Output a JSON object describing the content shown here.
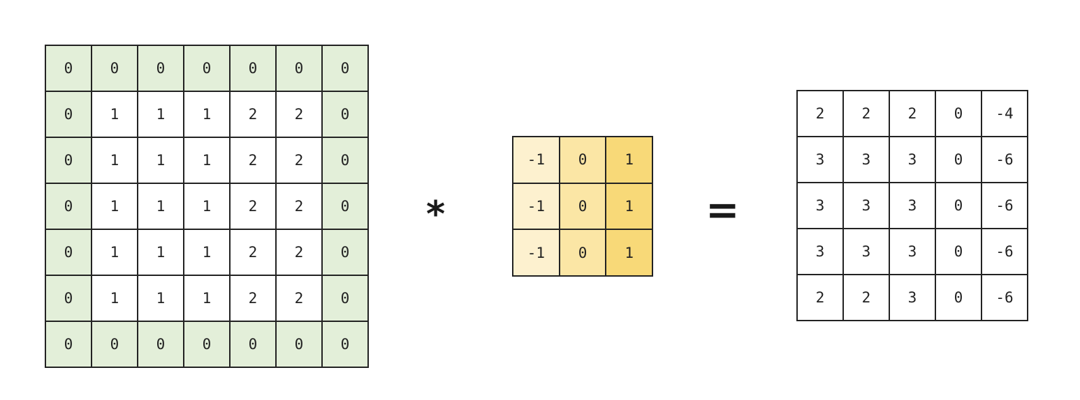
{
  "input_matrix": {
    "rows": [
      [
        "0",
        "0",
        "0",
        "0",
        "0",
        "0",
        "0"
      ],
      [
        "0",
        "1",
        "1",
        "1",
        "2",
        "2",
        "0"
      ],
      [
        "0",
        "1",
        "1",
        "1",
        "2",
        "2",
        "0"
      ],
      [
        "0",
        "1",
        "1",
        "1",
        "2",
        "2",
        "0"
      ],
      [
        "0",
        "1",
        "1",
        "1",
        "2",
        "2",
        "0"
      ],
      [
        "0",
        "1",
        "1",
        "1",
        "2",
        "2",
        "0"
      ],
      [
        "0",
        "0",
        "0",
        "0",
        "0",
        "0",
        "0"
      ]
    ],
    "padding_color": "#e3efd9"
  },
  "convolution_symbol": "*",
  "kernel": {
    "rows": [
      [
        "-1",
        "0",
        "1"
      ],
      [
        "-1",
        "0",
        "1"
      ],
      [
        "-1",
        "0",
        "1"
      ]
    ],
    "column_colors": [
      "#fdf1cf",
      "#fbe6a5",
      "#f8d978"
    ]
  },
  "equals_symbol": "=",
  "output_matrix": {
    "rows": [
      [
        "2",
        "2",
        "2",
        "0",
        "-4"
      ],
      [
        "3",
        "3",
        "3",
        "0",
        "-6"
      ],
      [
        "3",
        "3",
        "3",
        "0",
        "-6"
      ],
      [
        "3",
        "3",
        "3",
        "0",
        "-6"
      ],
      [
        "2",
        "2",
        "3",
        "0",
        "-6"
      ]
    ]
  }
}
